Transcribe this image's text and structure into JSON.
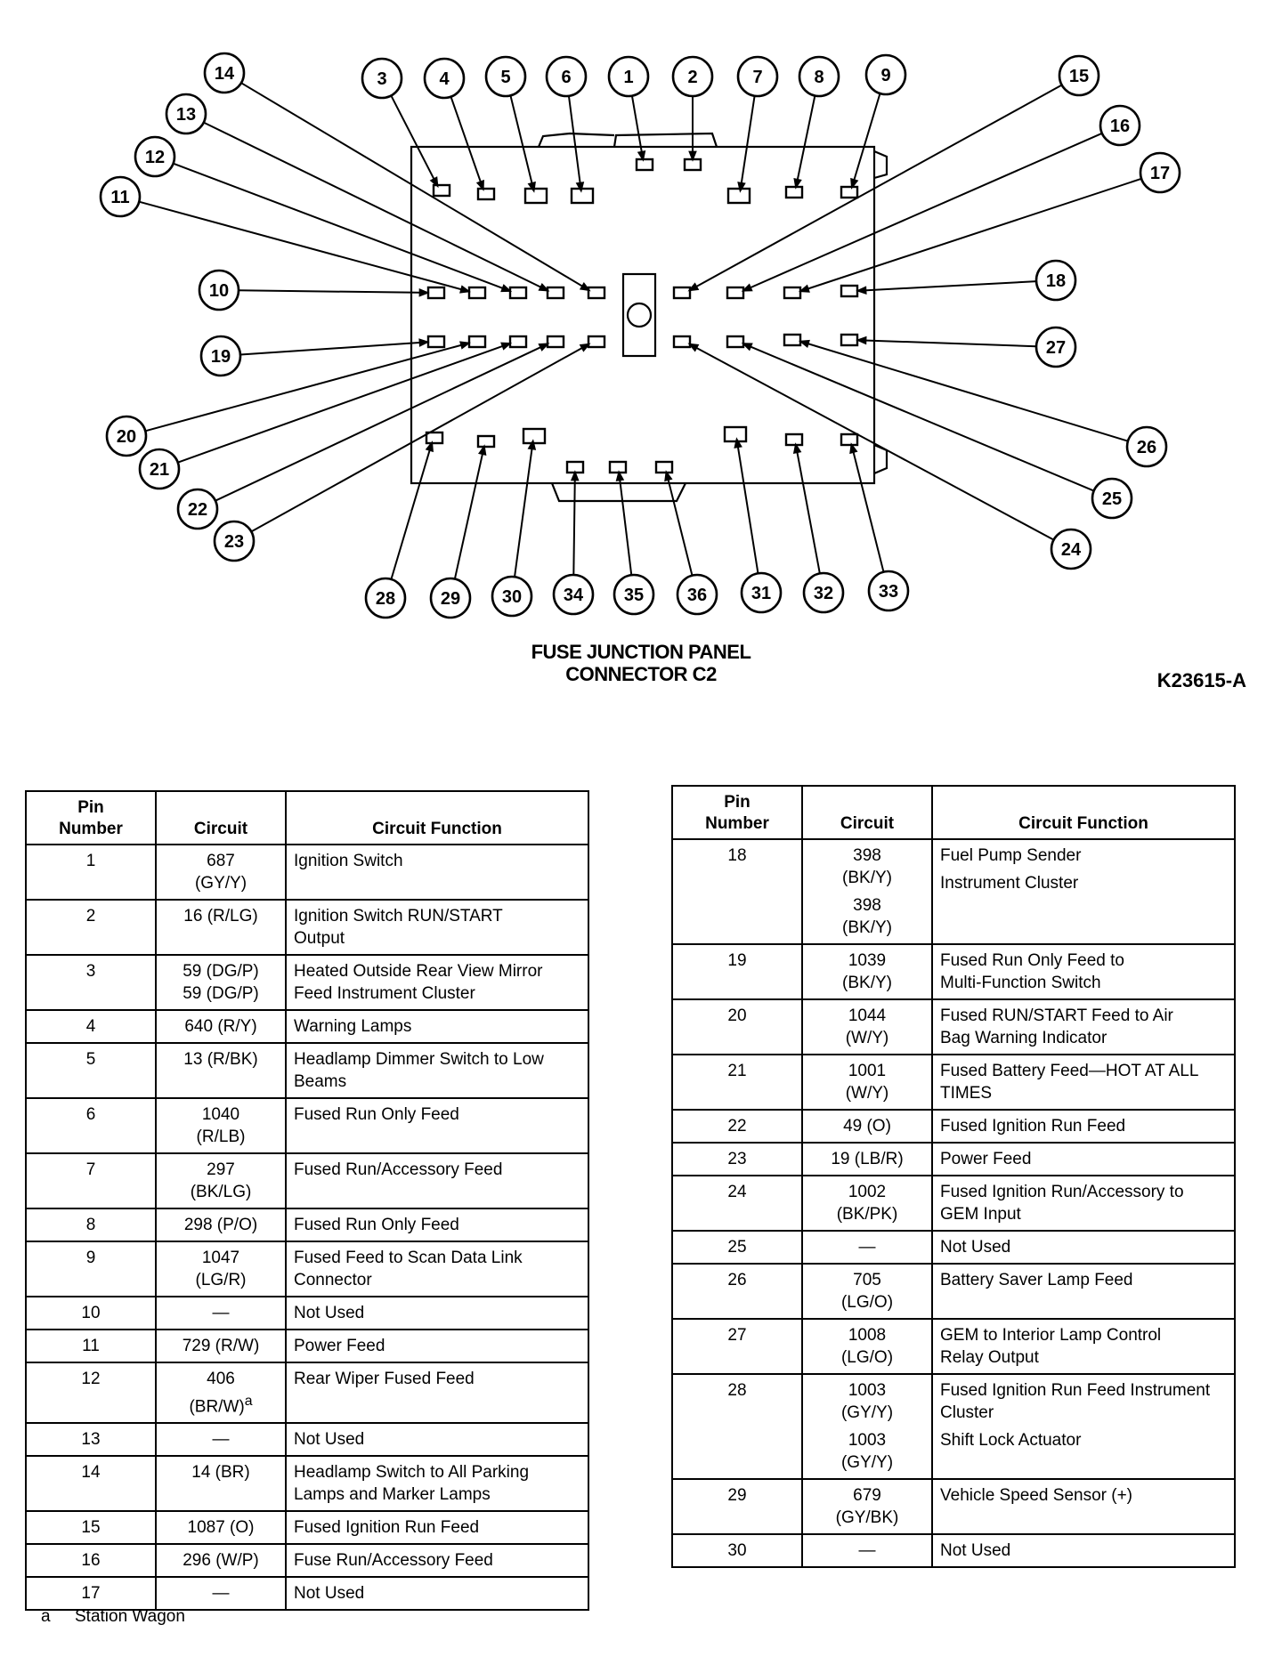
{
  "caption": {
    "line1": "FUSE JUNCTION PANEL",
    "line2": "CONNECTOR C2"
  },
  "figure_id": "K23615-A",
  "headers": {
    "pin": [
      "Pin",
      "Number"
    ],
    "circuit": "Circuit",
    "function": "Circuit Function"
  },
  "callouts": [
    "1",
    "2",
    "3",
    "4",
    "5",
    "6",
    "7",
    "8",
    "9",
    "10",
    "11",
    "12",
    "13",
    "14",
    "15",
    "16",
    "17",
    "18",
    "19",
    "20",
    "21",
    "22",
    "23",
    "24",
    "25",
    "26",
    "27",
    "28",
    "29",
    "30",
    "31",
    "32",
    "33",
    "34",
    "35",
    "36"
  ],
  "table_left": [
    {
      "pin": "1",
      "entries": [
        {
          "circuit": [
            "687",
            "(GY/Y)"
          ],
          "function": [
            "Ignition Switch"
          ]
        }
      ]
    },
    {
      "pin": "2",
      "entries": [
        {
          "circuit": [
            "16 (R/LG)"
          ],
          "function": [
            "Ignition Switch RUN/START",
            "Output"
          ]
        }
      ]
    },
    {
      "pin": "3",
      "entries": [
        {
          "circuit": [
            "59 (DG/P)",
            "59 (DG/P)"
          ],
          "function": [
            "Heated Outside Rear View Mirror",
            "Feed Instrument Cluster"
          ]
        }
      ]
    },
    {
      "pin": "4",
      "entries": [
        {
          "circuit": [
            "640 (R/Y)"
          ],
          "function": [
            "Warning Lamps"
          ]
        }
      ]
    },
    {
      "pin": "5",
      "entries": [
        {
          "circuit": [
            "13 (R/BK)"
          ],
          "function": [
            "Headlamp Dimmer Switch to Low",
            "Beams"
          ]
        }
      ]
    },
    {
      "pin": "6",
      "entries": [
        {
          "circuit": [
            "1040",
            "(R/LB)"
          ],
          "function": [
            "Fused Run Only Feed"
          ]
        }
      ]
    },
    {
      "pin": "7",
      "entries": [
        {
          "circuit": [
            "297",
            "(BK/LG)"
          ],
          "function": [
            "Fused Run/Accessory Feed"
          ]
        }
      ]
    },
    {
      "pin": "8",
      "entries": [
        {
          "circuit": [
            "298 (P/O)"
          ],
          "function": [
            "Fused Run Only Feed"
          ]
        }
      ]
    },
    {
      "pin": "9",
      "entries": [
        {
          "circuit": [
            "1047",
            "(LG/R)"
          ],
          "function": [
            "Fused Feed to Scan Data Link",
            "Connector"
          ]
        }
      ]
    },
    {
      "pin": "10",
      "entries": [
        {
          "circuit": [
            "—"
          ],
          "function": [
            "Not Used"
          ]
        }
      ]
    },
    {
      "pin": "11",
      "entries": [
        {
          "circuit": [
            "729 (R/W)"
          ],
          "function": [
            "Power Feed"
          ]
        }
      ]
    },
    {
      "pin": "12",
      "entries": [
        {
          "circuit": [
            "406",
            "(BR/W)"
          ],
          "sup": "a",
          "function": [
            "Rear Wiper Fused Feed"
          ]
        }
      ]
    },
    {
      "pin": "13",
      "entries": [
        {
          "circuit": [
            "—"
          ],
          "function": [
            "Not Used"
          ]
        }
      ]
    },
    {
      "pin": "14",
      "entries": [
        {
          "circuit": [
            "14 (BR)"
          ],
          "function": [
            "Headlamp Switch to All Parking",
            "Lamps and Marker Lamps"
          ]
        }
      ]
    },
    {
      "pin": "15",
      "entries": [
        {
          "circuit": [
            "1087 (O)"
          ],
          "function": [
            "Fused Ignition Run Feed"
          ]
        }
      ]
    },
    {
      "pin": "16",
      "entries": [
        {
          "circuit": [
            "296 (W/P)"
          ],
          "function": [
            "Fuse Run/Accessory Feed"
          ]
        }
      ]
    },
    {
      "pin": "17",
      "entries": [
        {
          "circuit": [
            "—"
          ],
          "function": [
            "Not Used"
          ]
        }
      ]
    }
  ],
  "table_right": [
    {
      "pin": "18",
      "entries": [
        {
          "circuit": [
            "398",
            "(BK/Y)"
          ],
          "function": [
            "Fuel Pump Sender"
          ]
        },
        {
          "circuit": [
            "398",
            "(BK/Y)"
          ],
          "function": [
            "Instrument Cluster"
          ]
        }
      ]
    },
    {
      "pin": "19",
      "entries": [
        {
          "circuit": [
            "1039",
            "(BK/Y)"
          ],
          "function": [
            "Fused Run Only Feed to",
            "Multi-Function Switch"
          ]
        }
      ]
    },
    {
      "pin": "20",
      "entries": [
        {
          "circuit": [
            "1044",
            "(W/Y)"
          ],
          "function": [
            "Fused RUN/START Feed to Air",
            "Bag Warning Indicator"
          ]
        }
      ]
    },
    {
      "pin": "21",
      "entries": [
        {
          "circuit": [
            "1001",
            "(W/Y)"
          ],
          "function": [
            "Fused Battery Feed—HOT AT ALL",
            "TIMES"
          ]
        }
      ]
    },
    {
      "pin": "22",
      "entries": [
        {
          "circuit": [
            "49 (O)"
          ],
          "function": [
            "Fused Ignition Run Feed"
          ]
        }
      ]
    },
    {
      "pin": "23",
      "entries": [
        {
          "circuit": [
            "19 (LB/R)"
          ],
          "function": [
            "Power Feed"
          ]
        }
      ]
    },
    {
      "pin": "24",
      "entries": [
        {
          "circuit": [
            "1002",
            "(BK/PK)"
          ],
          "function": [
            "Fused Ignition Run/Accessory to",
            "GEM Input"
          ]
        }
      ]
    },
    {
      "pin": "25",
      "entries": [
        {
          "circuit": [
            "—"
          ],
          "function": [
            "Not Used"
          ]
        }
      ]
    },
    {
      "pin": "26",
      "entries": [
        {
          "circuit": [
            "705",
            "(LG/O)"
          ],
          "function": [
            "Battery Saver Lamp Feed"
          ]
        }
      ]
    },
    {
      "pin": "27",
      "entries": [
        {
          "circuit": [
            "1008",
            "(LG/O)"
          ],
          "function": [
            "GEM to Interior Lamp Control",
            "Relay Output"
          ]
        }
      ]
    },
    {
      "pin": "28",
      "entries": [
        {
          "circuit": [
            "1003",
            "(GY/Y)"
          ],
          "function": [
            "Fused Ignition Run Feed Instrument",
            "Cluster"
          ]
        },
        {
          "circuit": [
            "1003",
            "(GY/Y)"
          ],
          "function": [
            "Shift Lock Actuator"
          ]
        }
      ]
    },
    {
      "pin": "29",
      "entries": [
        {
          "circuit": [
            "679",
            "(GY/BK)"
          ],
          "function": [
            "Vehicle Speed Sensor (+)"
          ]
        }
      ]
    },
    {
      "pin": "30",
      "entries": [
        {
          "circuit": [
            "—"
          ],
          "function": [
            "Not Used"
          ]
        }
      ]
    }
  ],
  "footnote": {
    "key": "a",
    "text": "Station Wagon"
  }
}
